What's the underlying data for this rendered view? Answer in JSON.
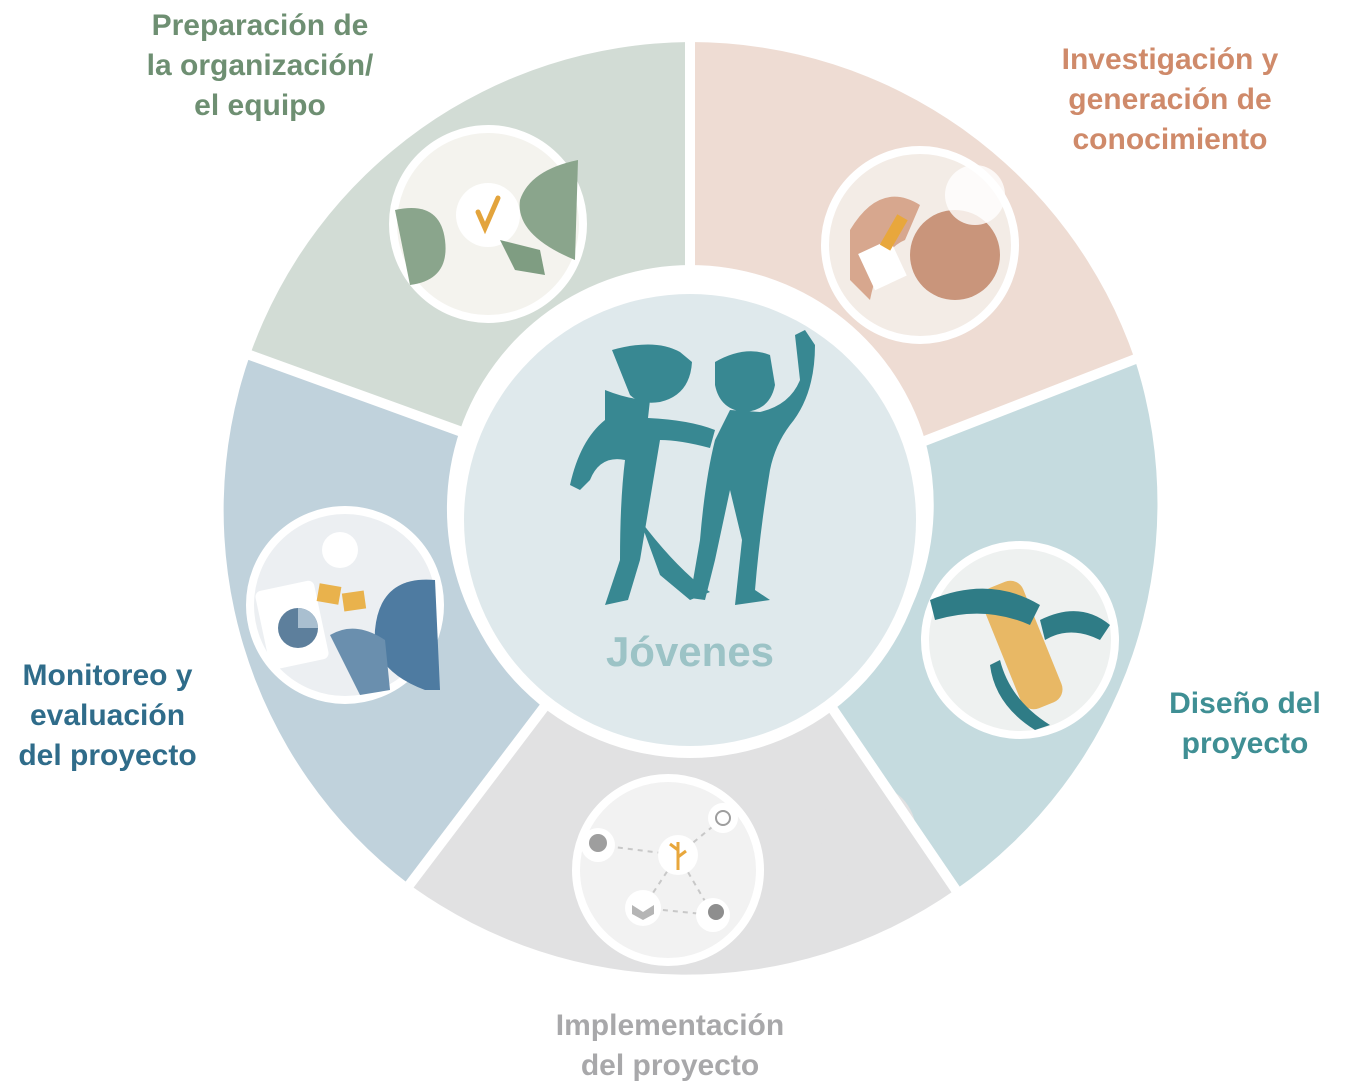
{
  "colors": {
    "prep": "#d2dcd5",
    "prep_text": "#6e8f72",
    "inv": "#eedcd3",
    "inv_text": "#cf8a6a",
    "dis": "#c5dbdf",
    "dis_text": "#3f8f94",
    "imp": "#e1e1e2",
    "imp_text": "#a8a8aa",
    "mon": "#c0d2dc",
    "mon_text": "#2f6c8a",
    "center": "#dfe9ec",
    "center_text": "#9cc3c6",
    "figure": "#388892"
  },
  "center": {
    "label": "Jóvenes",
    "icon": "two-people-icon"
  },
  "segments": [
    {
      "id": "prep",
      "lines": [
        "Preparación de",
        "la organización/",
        "el equipo"
      ],
      "icon": "conversation-checkmark-icon"
    },
    {
      "id": "inv",
      "lines": [
        "Investigación y",
        "generación de",
        "conocimiento"
      ],
      "icon": "research-notes-icon"
    },
    {
      "id": "dis",
      "lines": [
        "Diseño del",
        "proyecto"
      ],
      "icon": "hands-pencil-icon"
    },
    {
      "id": "imp",
      "lines": [
        "Implementación",
        "del proyecto"
      ],
      "icon": "network-icon"
    },
    {
      "id": "mon",
      "lines": [
        "Monitoreo y",
        "evaluación",
        "del proyecto"
      ],
      "icon": "evaluation-chart-icon"
    }
  ]
}
